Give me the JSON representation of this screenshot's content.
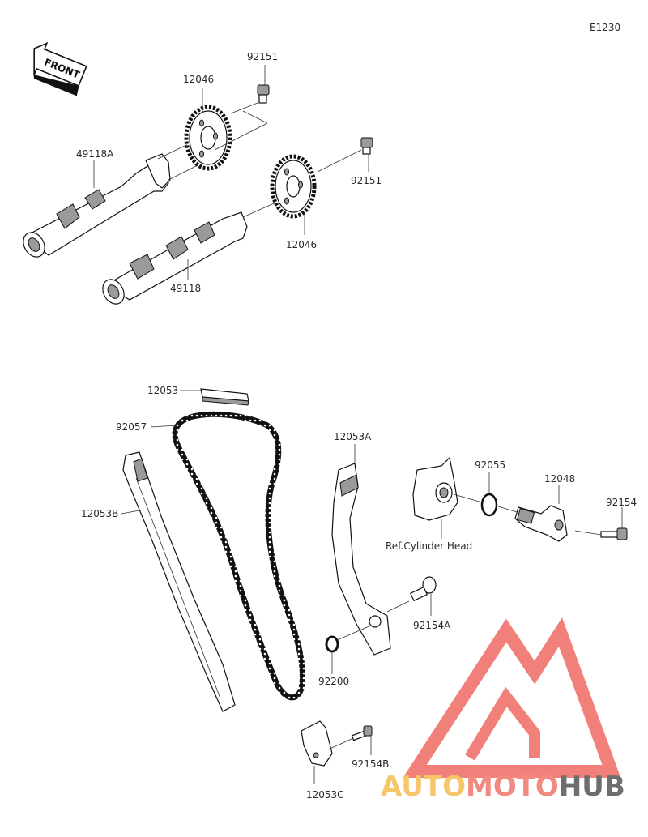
{
  "diagram_code": "E1230",
  "front_label": "FRONT",
  "parts": {
    "bolt_upper": "92151",
    "sprocket_upper": "12046",
    "camshaft_upper": "49118A",
    "bolt_right": "92151",
    "sprocket_lower": "12046",
    "camshaft_lower": "49118",
    "guide_top": "12053",
    "chain": "92057",
    "guide_left": "12053B",
    "guide_right": "12053A",
    "tensioner_oring": "92055",
    "tensioner": "12048",
    "tensioner_bolt": "92154",
    "ref_text": "Ref.Cylinder Head",
    "pivot_bolt": "92154A",
    "washer": "92200",
    "bracket": "12053C",
    "bracket_bolt": "92154B"
  },
  "watermark": {
    "part1": "AUTO",
    "part2": "MOTO",
    "part3": "HUB",
    "color_auto": "#f6c66a",
    "color_moto": "#f28a80",
    "color_hub": "#6e6e6e",
    "logo_color": "#ef6b63"
  }
}
